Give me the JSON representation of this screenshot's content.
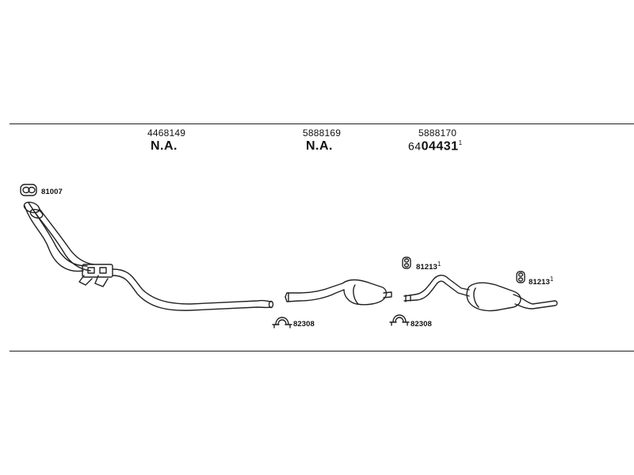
{
  "sections": [
    {
      "part_number": "4468149",
      "reference": "N.A."
    },
    {
      "part_number": "5888169",
      "reference": "N.A."
    },
    {
      "part_number": "5888170",
      "reference_prefix": "64",
      "reference": "04431",
      "reference_note": "1"
    }
  ],
  "components": {
    "gasket": {
      "code": "81007",
      "icon": "gasket-icon"
    },
    "clamp_left": {
      "code": "82308",
      "icon": "clamp-icon"
    },
    "clamp_right": {
      "code": "82308",
      "icon": "clamp-icon"
    },
    "hanger_left": {
      "code": "81213",
      "note": "1",
      "icon": "rubber-hanger-icon"
    },
    "hanger_right": {
      "code": "81213",
      "note": "1",
      "icon": "rubber-hanger-icon"
    }
  },
  "colors": {
    "line": "#222222",
    "background": "#ffffff"
  }
}
